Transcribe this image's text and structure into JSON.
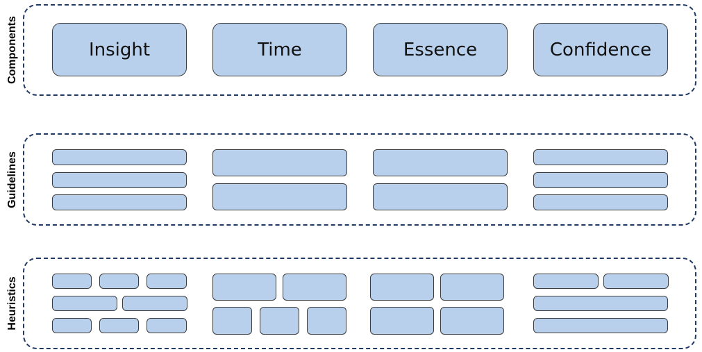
{
  "rows": [
    {
      "label": "Components"
    },
    {
      "label": "Guidelines"
    },
    {
      "label": "Heuristics"
    }
  ],
  "components": [
    "Insight",
    "Time",
    "Essence",
    "Confidence"
  ],
  "colors": {
    "box_fill": "#b8d0ec",
    "box_border": "#3c3c3c",
    "frame_border": "#1f3864"
  }
}
